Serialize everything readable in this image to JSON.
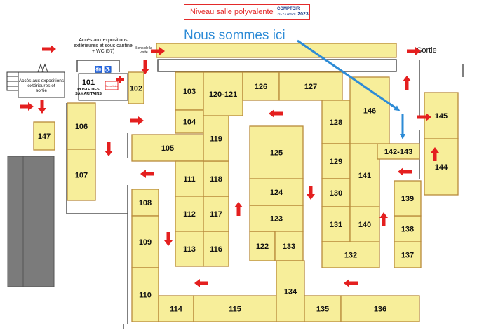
{
  "header": {
    "title": "Niveau salle polyvalente",
    "logo_brand": "COMPTOIR",
    "logo_dates": "20-23 AVRIL",
    "logo_year": "2023"
  },
  "you_are_here": "Nous sommes ici",
  "exit_label": "Sortie",
  "visit_direction_label": [
    "Sens de la",
    "visite"
  ],
  "exterior_access_label": [
    "Accès aux expositions",
    "extérieures et sous cantine",
    "+ WC (57)"
  ],
  "side_access_label": [
    "Accès aux expositions",
    "extérieures et",
    "sortie"
  ],
  "first_aid": {
    "number": "101",
    "label_line1": "POSTE DES",
    "label_line2": "SAMARITAINS",
    "sign": "Samaritains"
  },
  "stands": [
    "102",
    "103",
    "104",
    "105",
    "106",
    "107",
    "108",
    "109",
    "110",
    "111",
    "112",
    "113",
    "114",
    "115",
    "116",
    "117",
    "118",
    "119",
    "120-121",
    "122",
    "123",
    "124",
    "125",
    "126",
    "127",
    "128",
    "129",
    "130",
    "131",
    "132",
    "133",
    "134",
    "135",
    "136",
    "137",
    "138",
    "139",
    "140",
    "141",
    "142-143",
    "144",
    "145",
    "146",
    "147"
  ],
  "colors": {
    "stand_fill": "#f7ee9a",
    "stand_border": "#b88a3a",
    "arrow": "#e41f1f",
    "pointer": "#2d8bd6",
    "title": "#e32a2a"
  },
  "icons": [
    "wc-icon",
    "wheelchair-icon",
    "first-aid-icon",
    "exit-arrow-icon",
    "you-are-here-arrow-icon"
  ]
}
